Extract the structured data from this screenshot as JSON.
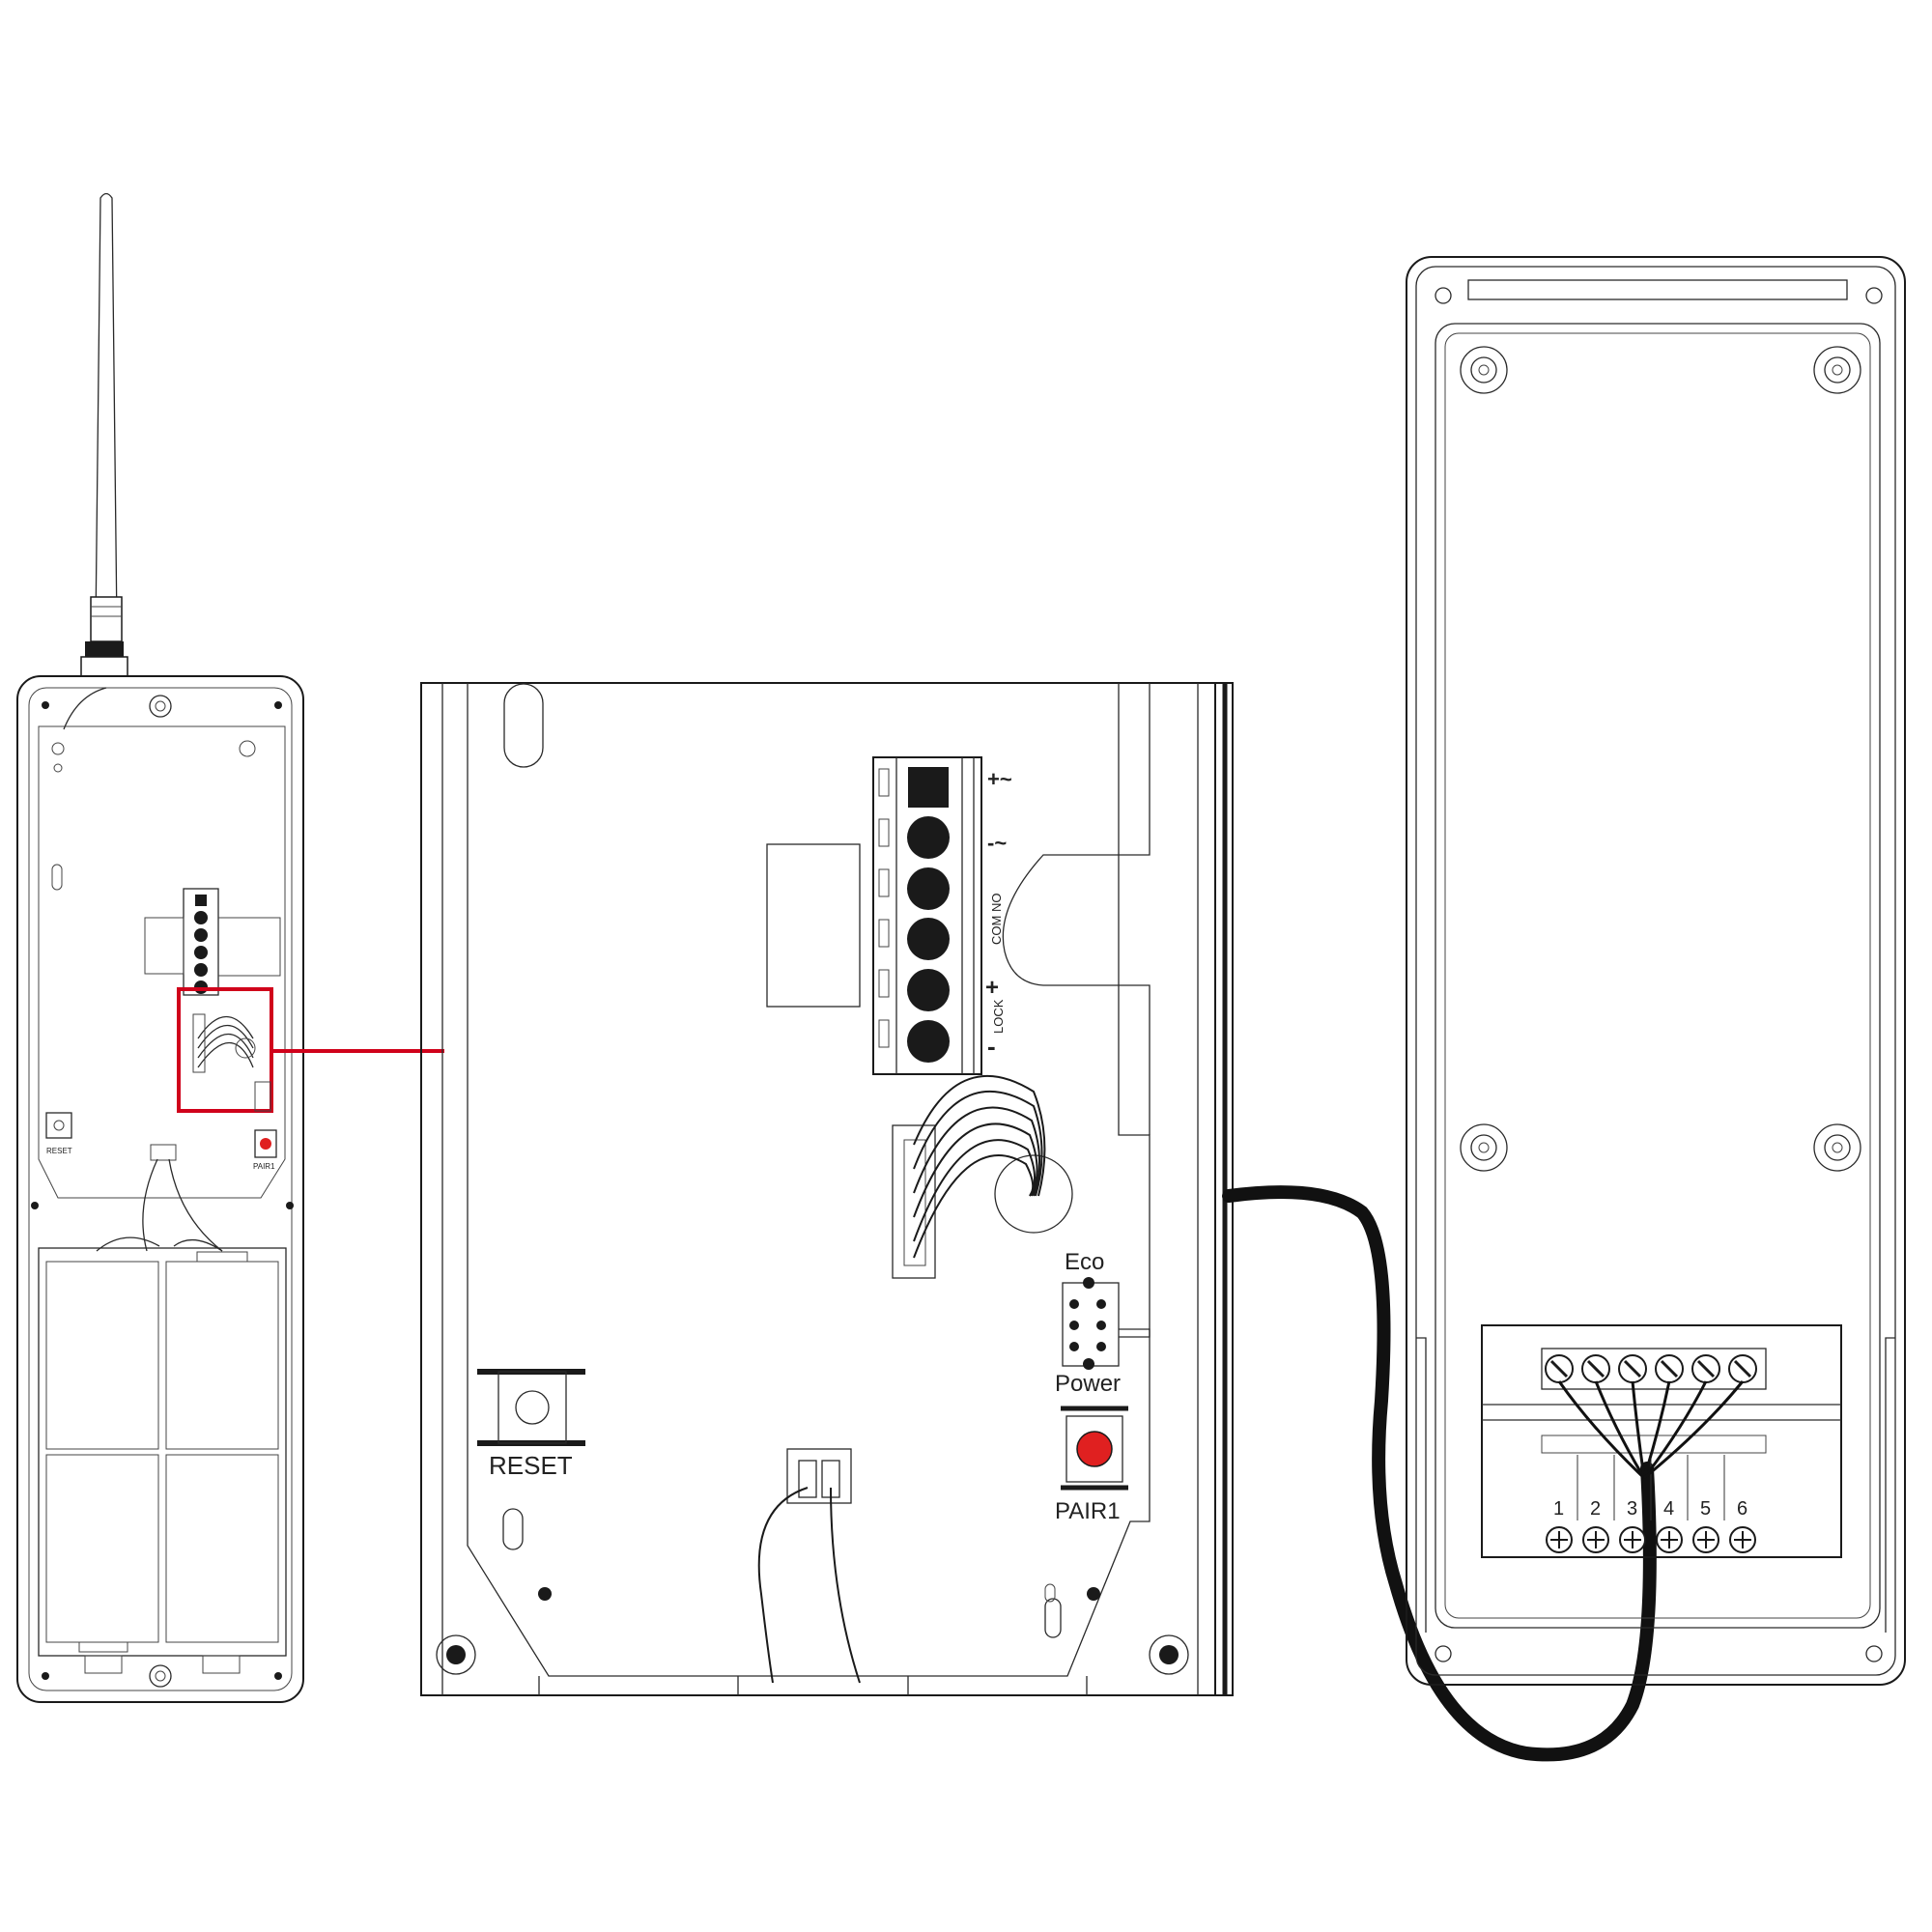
{
  "colors": {
    "highlight": "#d0021b",
    "pair_button": "#e02020",
    "line": "#1a1a1a",
    "background": "#ffffff"
  },
  "small_unit": {
    "reset_label": "RESET",
    "pair_label": "PAIR1"
  },
  "board": {
    "reset_label": "RESET",
    "pair_label": "PAIR1",
    "eco_label": "Eco",
    "power_label": "Power",
    "terminal_labels": {
      "ac_plus": "+~",
      "ac_minus": "-~",
      "com_no": "COM NO",
      "lock_plus": "+",
      "lock_label": "LOCK",
      "lock_minus": "-"
    }
  },
  "camera_panel": {
    "terminals": [
      "1",
      "2",
      "3",
      "4",
      "5",
      "6"
    ]
  }
}
